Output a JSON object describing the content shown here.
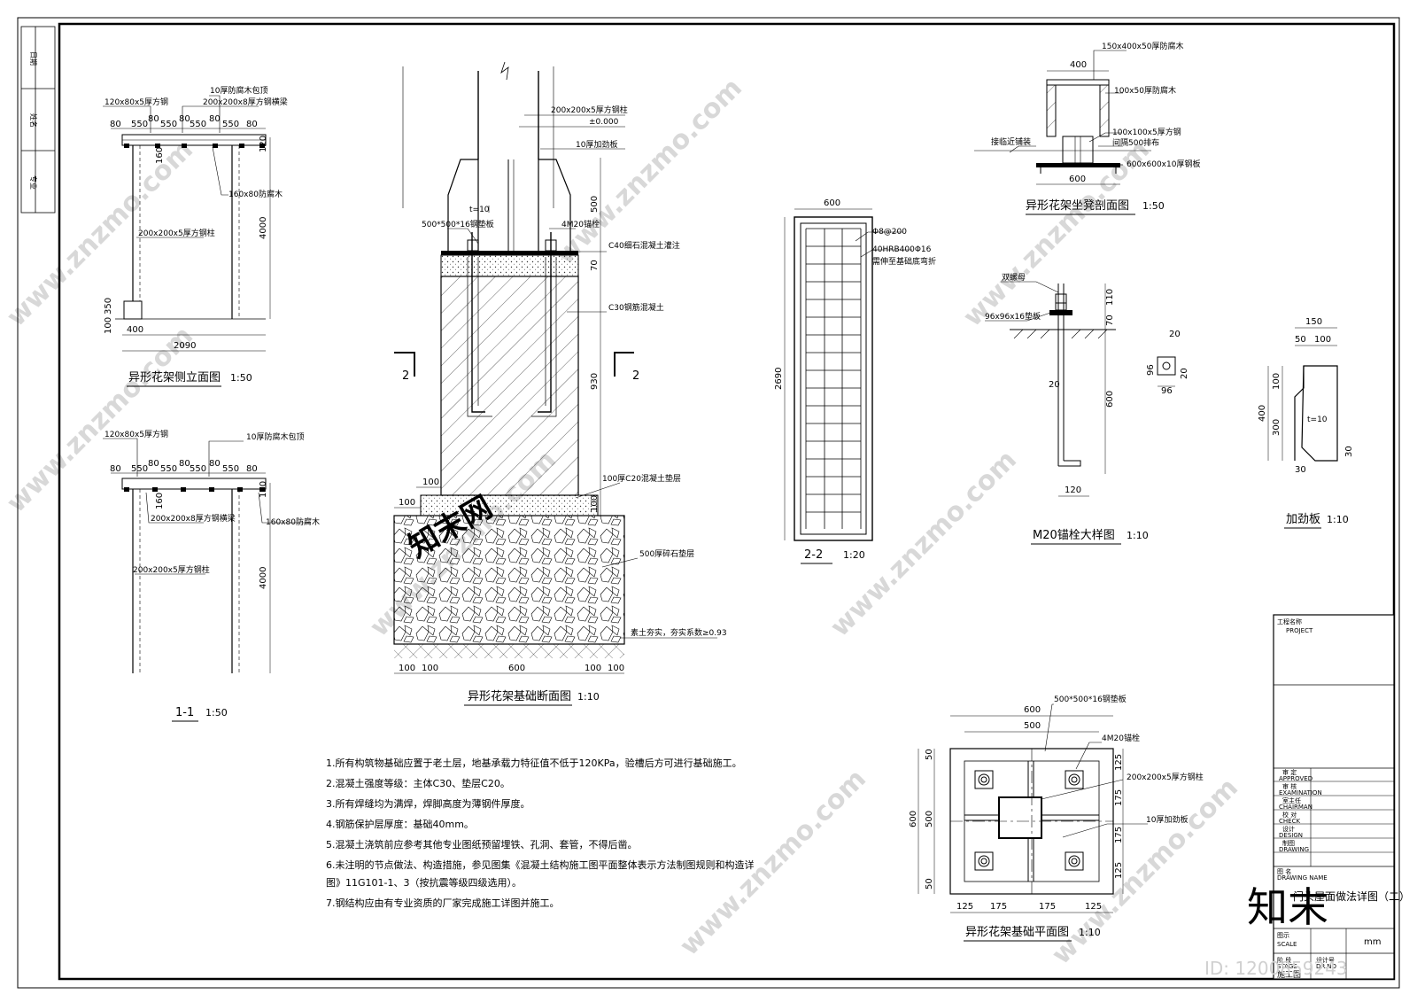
{
  "margin_labels": [
    "日期",
    "姓名",
    "专业"
  ],
  "side_elevation": {
    "title": "异形花架侧立面图",
    "scale": "1:50",
    "labels": [
      "120x80x5厚方钢",
      "10厚防腐木包顶",
      "200x200x8厚方钢横梁",
      "160x80防腐木",
      "200x200x5厚方钢柱"
    ],
    "top_dims": [
      "80",
      "550",
      "80",
      "550",
      "80",
      "550",
      "80",
      "550",
      "80"
    ],
    "dims": [
      "120",
      "160",
      "4000",
      "350",
      "100",
      "400",
      "2090"
    ]
  },
  "section_1_1": {
    "title": "1-1",
    "scale": "1:50",
    "labels": [
      "120x80x5厚方钢",
      "10厚防腐木包顶",
      "200x200x8厚方钢横梁",
      "160x80防腐木",
      "200x200x5厚方钢柱"
    ],
    "top_dims": [
      "80",
      "550",
      "80",
      "550",
      "80",
      "550",
      "80",
      "550",
      "80"
    ],
    "dims": [
      "120",
      "160",
      "4000"
    ]
  },
  "foundation_section": {
    "title": "异形花架基础断面图",
    "scale": "1:10",
    "labels": [
      "200x200x5厚方钢柱",
      "±0.000",
      "10厚加劲板",
      "t=10",
      "500*500*16钢垫板",
      "4M20锚栓",
      "C40细石混凝土灌注",
      "C30钢筋混凝土",
      "100厚C20混凝土垫层",
      "500厚碎石垫层",
      "素土夯实，夯实系数≥0.93"
    ],
    "cut_mark": "2",
    "right_dims": [
      "500",
      "70",
      "930",
      "100"
    ],
    "left_dims": [
      "100",
      "100"
    ],
    "bottom_dims": [
      "100",
      "100",
      "600",
      "100",
      "100"
    ]
  },
  "section_2_2": {
    "title": "2-2",
    "scale": "1:20",
    "labels": [
      "Φ8@200",
      "40HRB400Φ16",
      "需伸至基础底弯折"
    ],
    "dims": [
      "600",
      "2690"
    ]
  },
  "seat_section": {
    "title": "异形花架坐凳剖面图",
    "scale": "1:50",
    "labels": [
      "150x400x50厚防腐木",
      "100x50厚防腐木",
      "100x100x5厚方钢",
      "间隔500排布",
      "600x600x10厚钢板",
      "接临近铺装"
    ],
    "dims": [
      "400",
      "600"
    ]
  },
  "anchor_detail": {
    "title": "M20锚栓大样图",
    "scale": "1:10",
    "labels": [
      "双螺母",
      "96x96x16垫板"
    ],
    "dims": [
      "110",
      "70",
      "600",
      "20",
      "120"
    ],
    "plate_dims": [
      "20",
      "96",
      "20",
      "96"
    ]
  },
  "stiffener": {
    "title": "加劲板",
    "scale": "1:10",
    "label": "t=10",
    "dims": [
      "150",
      "50",
      "100",
      "100",
      "400",
      "300",
      "30",
      "30"
    ]
  },
  "foundation_plan": {
    "title": "异形花架基础平面图",
    "scale": "1:10",
    "labels": [
      "500*500*16钢垫板",
      "4M20锚栓",
      "200x200x5厚方钢柱",
      "10厚加劲板"
    ],
    "top_dims": [
      "600",
      "500"
    ],
    "left_dims": [
      "50",
      "500",
      "50",
      "600"
    ],
    "right_dims": [
      "125",
      "175",
      "175",
      "125"
    ],
    "bottom_dims": [
      "125",
      "175",
      "175",
      "125"
    ]
  },
  "notes": [
    "1.所有构筑物基础应置于老土层，地基承载力特征值不低于120KPa，验槽后方可进行基础施工。",
    "2.混凝土强度等级：主体C30、垫层C20。",
    "3.所有焊缝均为满焊，焊脚高度为薄钢件厚度。",
    "4.钢筋保护层厚度：基础40mm。",
    "5.混凝土浇筑前应参考其他专业图纸预留埋铁、孔洞、套管，不得后凿。",
    "6.未注明的节点做法、构造措施，参见图集《混凝土结构施工图平面整体表示方法制图规则和构造详",
    "图》11G101-1、3（按抗震等级四级选用）。",
    "7.钢结构应由有专业资质的厂家完成施工详图并施工。"
  ],
  "title_block": {
    "project_cn": "工程名称",
    "project_en": "PROJECT",
    "rows": [
      {
        "cn": "审 定",
        "en": "APPROVED"
      },
      {
        "cn": "审 核",
        "en": "EXAMINATION"
      },
      {
        "cn": "室主任",
        "en": "CHAIRMAN"
      },
      {
        "cn": "校 对",
        "en": "CHECK"
      },
      {
        "cn": "设计",
        "en": "DESIGN"
      },
      {
        "cn": "制图",
        "en": "DRAWING"
      }
    ],
    "drawing_name_cn": "图 名",
    "drawing_name_en": "DRAWING NAME",
    "drawing_name": "门头屋面做法详图（二）",
    "scale_cn": "图示",
    "scale_en": "SCALE",
    "unit": "mm",
    "stage_cn": "阶 段",
    "stage_en": "STAGE",
    "stage": "施工图",
    "drawing_no_cn": "设计号",
    "drawing_no_en": "DR.NO"
  },
  "watermark": {
    "site": "www.znzmo.com",
    "brand": "知末网",
    "logo": "知末",
    "id": "ID: 1200859243"
  }
}
